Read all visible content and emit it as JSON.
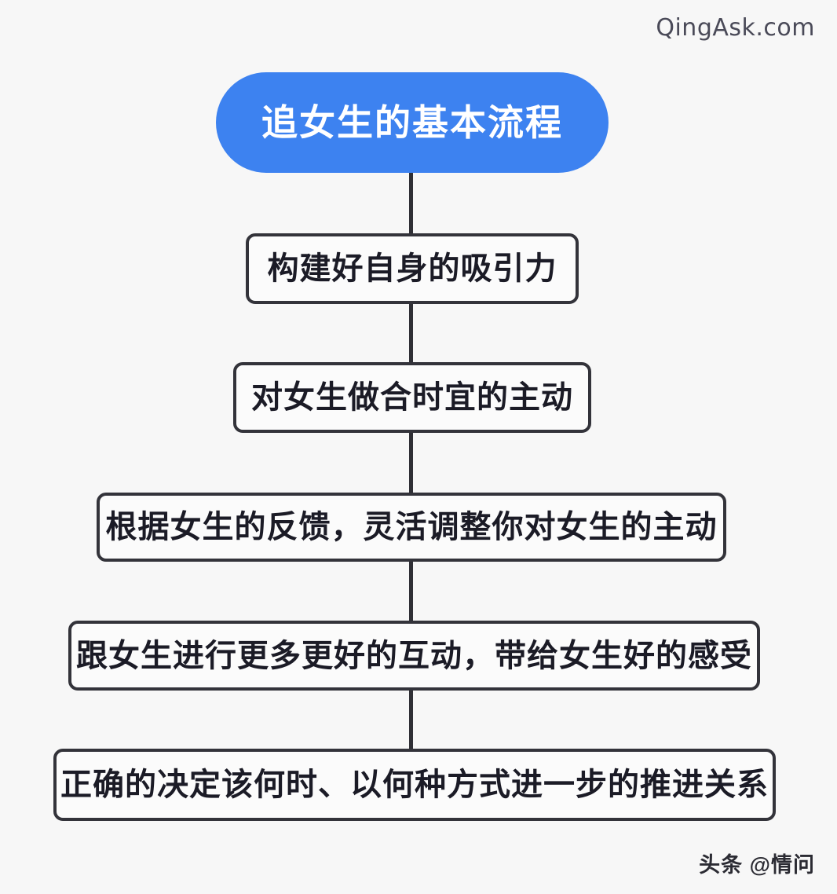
{
  "watermarks": {
    "top_right": "QingAsk.com",
    "bottom_right": "头条 @情问"
  },
  "flowchart": {
    "title": "追女生的基本流程",
    "title_color": "#3d82f0",
    "title_text_color": "#ffffff",
    "box_border_color": "#33333a",
    "box_fill_color": "#fbfbfb",
    "box_text_color": "#1b1b26",
    "connector_color": "#2f2f35",
    "background_color": "#f7f7f7",
    "orientation": "vertical-top-down",
    "steps": [
      {
        "index": 1,
        "label": "构建好自身的吸引力"
      },
      {
        "index": 2,
        "label": "对女生做合时宜的主动"
      },
      {
        "index": 3,
        "label": "根据女生的反馈，灵活调整你对女生的主动"
      },
      {
        "index": 4,
        "label": "跟女生进行更多更好的互动，带给女生好的感受"
      },
      {
        "index": 5,
        "label": "正确的决定该何时、以何种方式进一步的推进关系"
      }
    ]
  }
}
